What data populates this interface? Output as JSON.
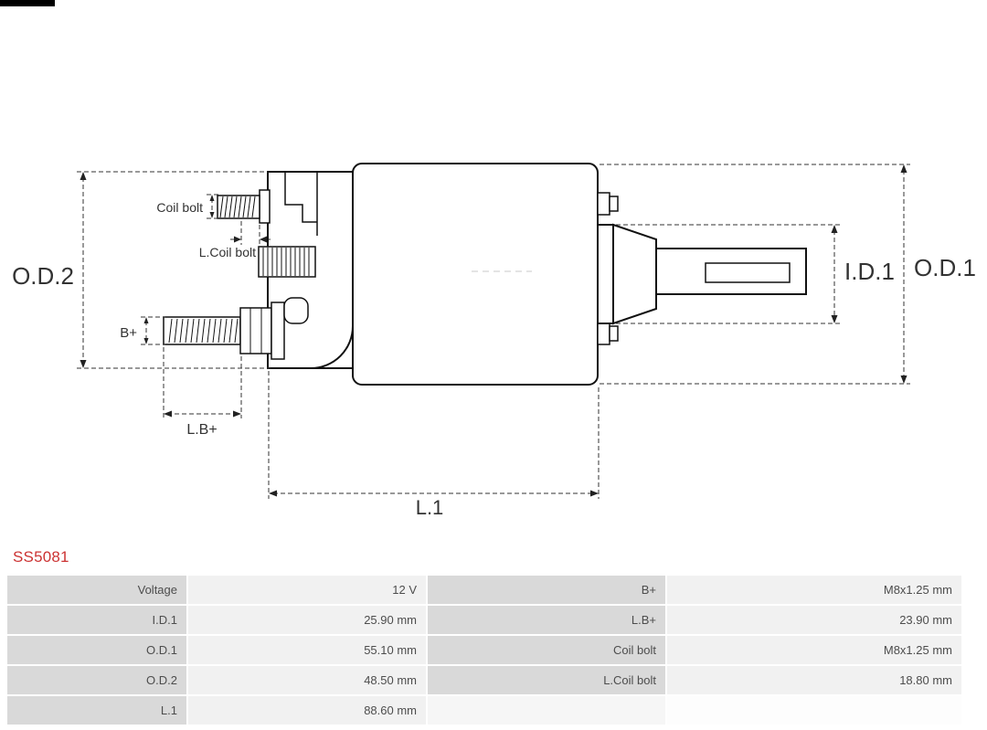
{
  "part": {
    "number": "SS5081",
    "number_color": "#cc3333"
  },
  "diagram": {
    "labels": {
      "od2": "O.D.2",
      "od1": "O.D.1",
      "id1": "I.D.1",
      "coil_bolt": "Coil bolt",
      "l_coil_bolt": "L.Coil bolt",
      "b_plus": "B+",
      "l_b_plus": "L.B+",
      "l1": "L.1"
    }
  },
  "spec_table": {
    "rows": [
      {
        "c0": "Voltage",
        "c1": "12 V",
        "c2": "B+",
        "c3": "M8x1.25 mm"
      },
      {
        "c0": "I.D.1",
        "c1": "25.90 mm",
        "c2": "L.B+",
        "c3": "23.90 mm"
      },
      {
        "c0": "O.D.1",
        "c1": "55.10 mm",
        "c2": "Coil bolt",
        "c3": "M8x1.25 mm"
      },
      {
        "c0": "O.D.2",
        "c1": "48.50 mm",
        "c2": "L.Coil bolt",
        "c3": "18.80 mm"
      },
      {
        "c0": "L.1",
        "c1": "88.60 mm",
        "c2": "",
        "c3": ""
      }
    ]
  }
}
